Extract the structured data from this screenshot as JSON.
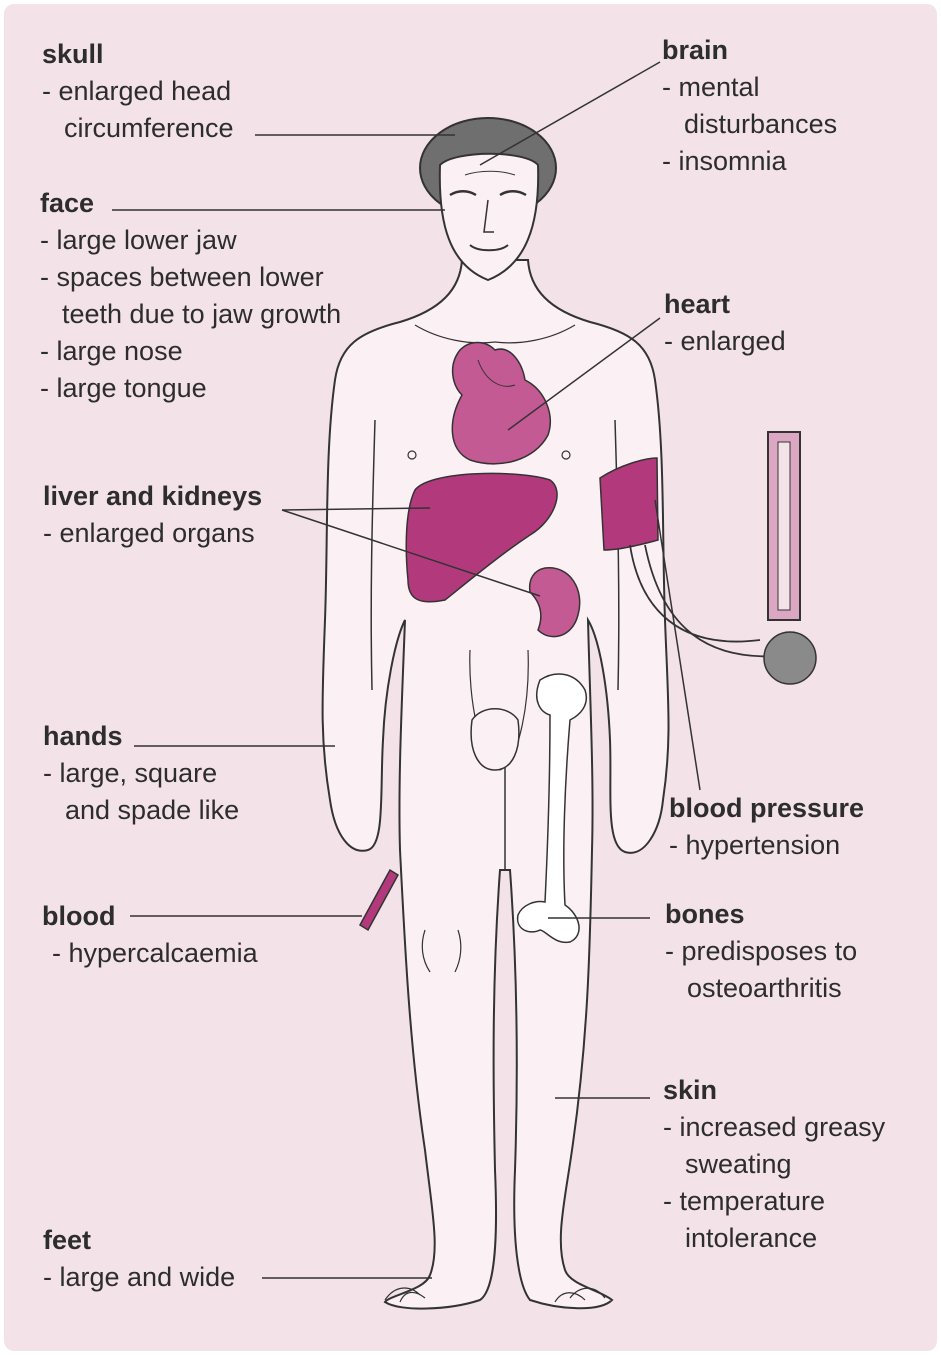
{
  "colors": {
    "background": "#f3e3e9",
    "skin": "#fbf1f5",
    "organ_dark": "#b23a7c",
    "organ_mid": "#c35a93",
    "organ_light": "#dca7c3",
    "hair": "#6f6f6f",
    "outline": "#333333"
  },
  "labels": {
    "skull": {
      "title": "skull",
      "lines": [
        "- enlarged head",
        "circumference"
      ]
    },
    "face": {
      "title": "face",
      "lines": [
        "- large lower jaw",
        "- spaces between lower",
        "teeth due to jaw growth",
        "- large nose",
        "- large tongue"
      ]
    },
    "liver": {
      "title": "liver and kidneys",
      "lines": [
        "- enlarged organs"
      ]
    },
    "hands": {
      "title": "hands",
      "lines": [
        "- large, square",
        "and spade like"
      ]
    },
    "blood": {
      "title": "blood",
      "lines": [
        "- hypercalcaemia"
      ]
    },
    "feet": {
      "title": "feet",
      "lines": [
        "- large and wide"
      ]
    },
    "brain": {
      "title": "brain",
      "lines": [
        "- mental",
        "disturbances",
        "- insomnia"
      ]
    },
    "heart": {
      "title": "heart",
      "lines": [
        "- enlarged"
      ]
    },
    "bp": {
      "title": "blood pressure",
      "lines": [
        "- hypertension"
      ]
    },
    "bones": {
      "title": "bones",
      "lines": [
        "- predisposes to",
        "osteoarthritis"
      ]
    },
    "skin": {
      "title": "skin",
      "lines": [
        "- increased greasy",
        "sweating",
        "- temperature",
        "intolerance"
      ]
    }
  }
}
